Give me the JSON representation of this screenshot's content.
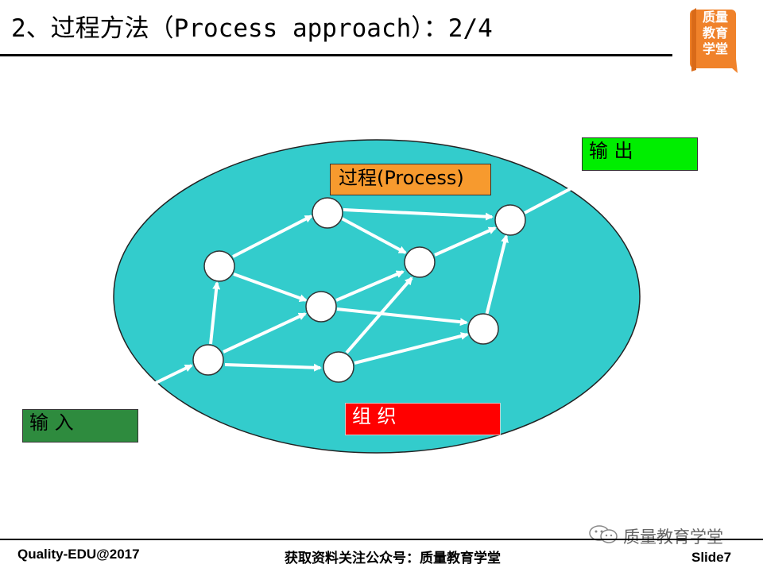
{
  "header": {
    "title": "2、过程方法（Process approach）：2/4",
    "logo_text": "质量\n教育\n学堂"
  },
  "diagram": {
    "output_label": "输 出",
    "input_label": "输 入",
    "process_label": "过程(Process)",
    "organization_label": "组 织",
    "colors": {
      "ellipse_fill": "#33cccc",
      "output_box": "#00ee00",
      "input_box": "#2e8b3e",
      "process_box": "#f79a2e",
      "organization_box": "#ff0000",
      "arrows": "#ffffff"
    },
    "nodes": [
      "n1",
      "n2",
      "n3",
      "n4",
      "n5",
      "n6",
      "n7",
      "n8"
    ]
  },
  "footer": {
    "left": "Quality-EDU@2017",
    "center": "获取资料关注公众号：质量教育学堂",
    "slide": "Slide7",
    "watermark": "质量教育学堂",
    "watermark_icon": "wechat-icon"
  }
}
